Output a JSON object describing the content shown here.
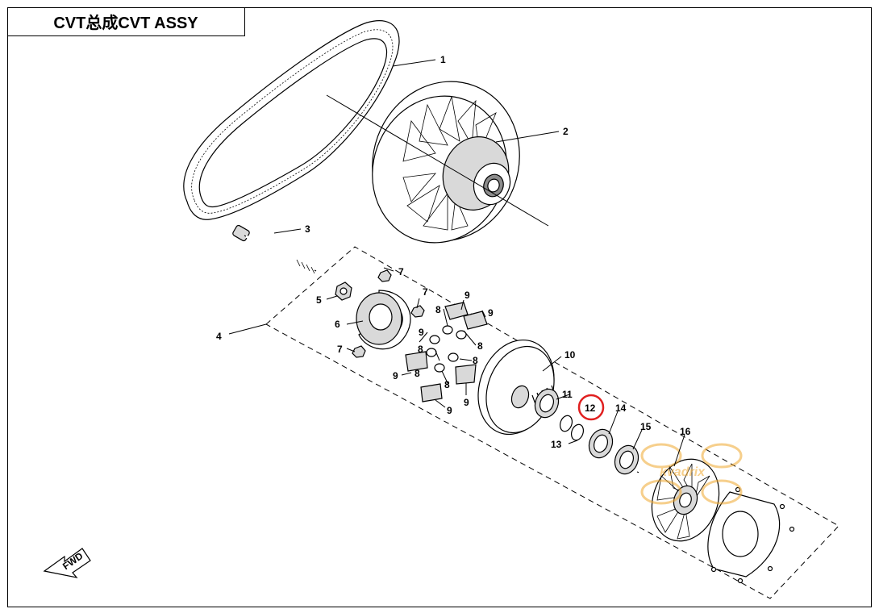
{
  "title": "CVT总成CVT ASSY",
  "callouts": [
    {
      "id": "1",
      "text": "1"
    },
    {
      "id": "2",
      "text": "2"
    },
    {
      "id": "3",
      "text": "3"
    },
    {
      "id": "4",
      "text": "4"
    },
    {
      "id": "5",
      "text": "5"
    },
    {
      "id": "6",
      "text": "6"
    },
    {
      "id": "7a",
      "text": "7"
    },
    {
      "id": "7b",
      "text": "7"
    },
    {
      "id": "7c",
      "text": "7"
    },
    {
      "id": "8a",
      "text": "8"
    },
    {
      "id": "8b",
      "text": "8"
    },
    {
      "id": "8c",
      "text": "8"
    },
    {
      "id": "8d",
      "text": "8"
    },
    {
      "id": "8e",
      "text": "8"
    },
    {
      "id": "8f",
      "text": "8"
    },
    {
      "id": "9a",
      "text": "9"
    },
    {
      "id": "9b",
      "text": "9"
    },
    {
      "id": "9c",
      "text": "9"
    },
    {
      "id": "9d",
      "text": "9"
    },
    {
      "id": "9e",
      "text": "9"
    },
    {
      "id": "9f",
      "text": "9"
    },
    {
      "id": "10",
      "text": "10"
    },
    {
      "id": "11",
      "text": "11"
    },
    {
      "id": "12",
      "text": "12"
    },
    {
      "id": "13",
      "text": "13"
    },
    {
      "id": "14",
      "text": "14"
    },
    {
      "id": "15",
      "text": "15"
    },
    {
      "id": "16",
      "text": "16"
    }
  ],
  "highlighted_callout": "12",
  "highlight_color": "#e02020",
  "watermark_color": "#f0a830",
  "fwd_label": "FWD"
}
